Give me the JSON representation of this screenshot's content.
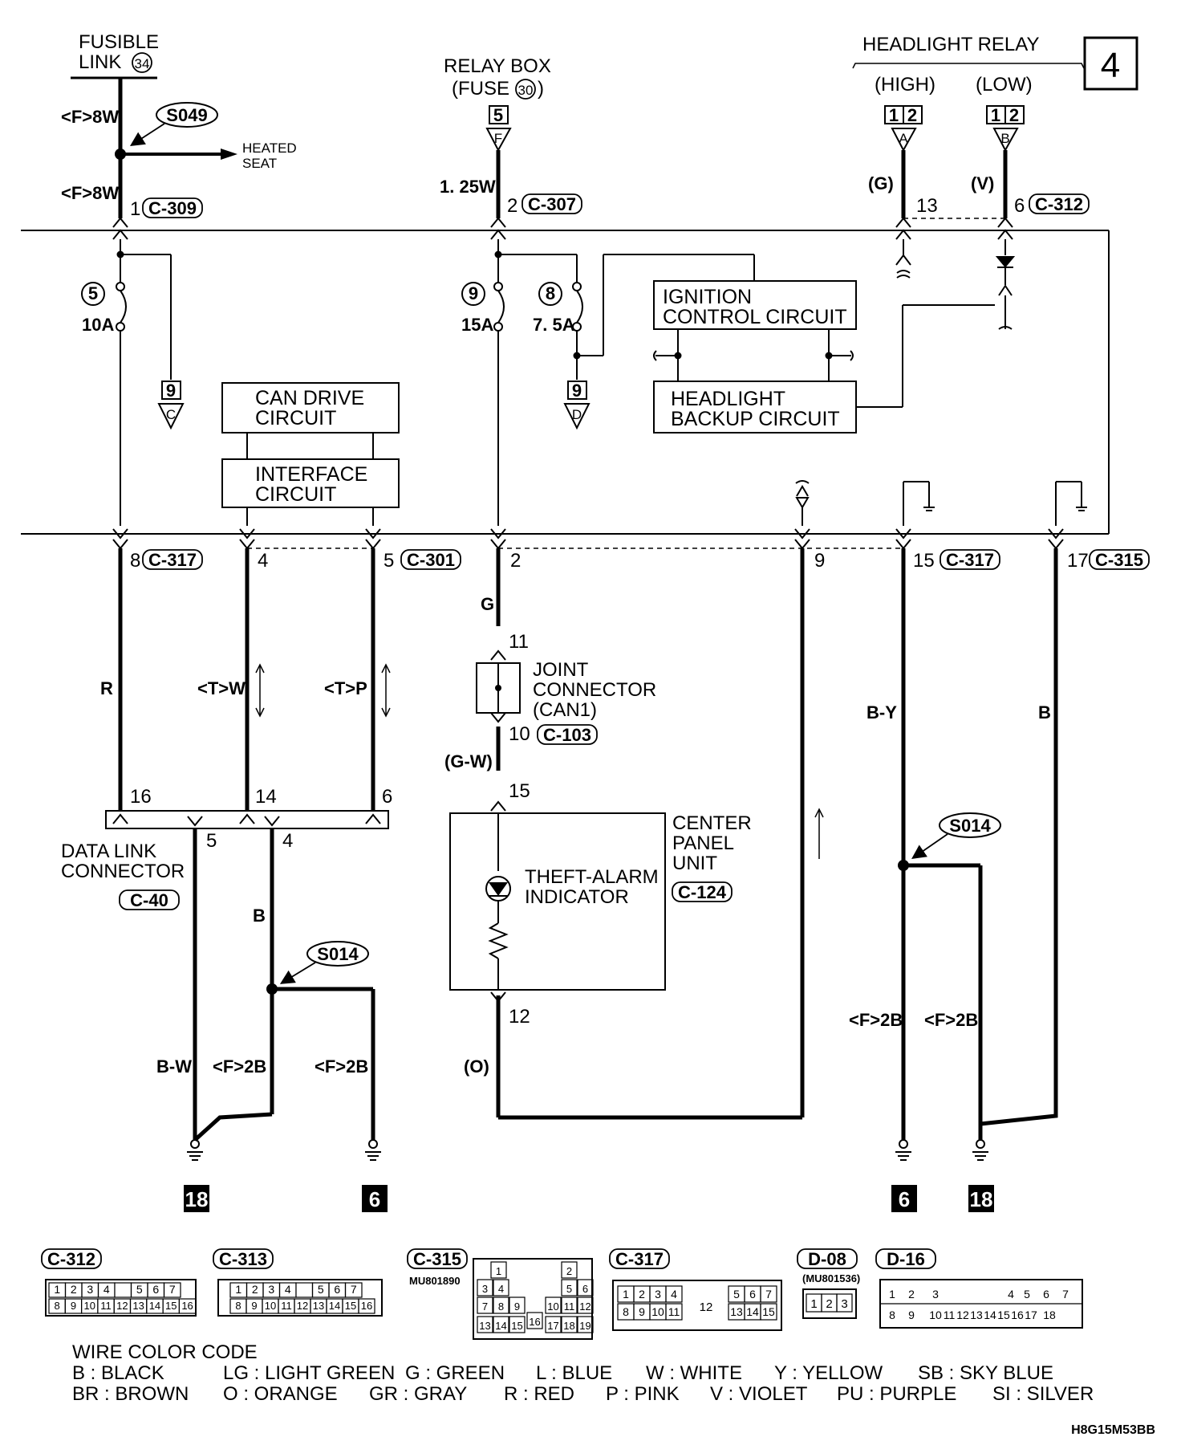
{
  "page_badge": "4",
  "footer_code": "H8G15M53BB",
  "sources": {
    "fusible_link": {
      "line1": "FUSIBLE",
      "line2": "LINK",
      "num": "34"
    },
    "relay_box": {
      "line1": "RELAY BOX",
      "line2a": "(FUSE",
      "num": "30",
      "line2b": ")",
      "pin": "5",
      "tri": "F",
      "wire": "1. 25W"
    },
    "headlight_relay": {
      "title": "HEADLIGHT RELAY",
      "high": "(HIGH)",
      "low": "(LOW)",
      "high_pins": [
        "1",
        "2"
      ],
      "low_pins": [
        "1",
        "2"
      ],
      "high_tri": "A",
      "low_tri": "B",
      "high_wire": "(G)",
      "low_wire": "(V)"
    }
  },
  "splices": {
    "top": "S049",
    "mid": "S014",
    "left": "S014"
  },
  "heated_seat": {
    "line1": "HEATED",
    "line2": "SEAT"
  },
  "wires_top": {
    "a": "<F>8W",
    "b": "<F>8W"
  },
  "top_pins": {
    "c309": {
      "pin": "1",
      "conn": "C-309"
    },
    "c307": {
      "pin": "2",
      "conn": "C-307"
    },
    "p13": "13",
    "c312": {
      "pin": "6",
      "conn": "C-312"
    }
  },
  "fuses": [
    {
      "num": "5",
      "amp": "10A"
    },
    {
      "num": "9",
      "amp": "15A"
    },
    {
      "num": "8",
      "amp": "7. 5A"
    }
  ],
  "offpage": [
    {
      "pin": "9",
      "tri": "C"
    },
    {
      "pin": "9",
      "tri": "D"
    }
  ],
  "boxes": {
    "ignition": [
      "IGNITION",
      "CONTROL CIRCUIT"
    ],
    "headlight_backup": [
      "HEADLIGHT",
      "BACKUP CIRCUIT"
    ],
    "can_drive": [
      "CAN DRIVE",
      "CIRCUIT"
    ],
    "interface": [
      "INTERFACE",
      "CIRCUIT"
    ]
  },
  "bottom_pins": {
    "c317a": {
      "pin": "8",
      "conn": "C-317"
    },
    "p4": "4",
    "c301": {
      "pin": "5",
      "conn": "C-301"
    },
    "p2": "2",
    "p9": "9",
    "c317b": {
      "pin": "15",
      "conn": "C-317"
    },
    "c315": {
      "pin": "17",
      "conn": "C-315"
    }
  },
  "wire_labels": {
    "r": "R",
    "tw": "<T>W",
    "tp": "<T>P",
    "g": "G",
    "gw": "(G-W)",
    "by": "B-Y",
    "b_right": "B",
    "b_mid": "B",
    "bw": "B-W",
    "f2b_1": "<F>2B",
    "f2b_2": "<F>2B",
    "f2b_3": "<F>2B",
    "f2b_4": "<F>2B",
    "o": "(O)"
  },
  "joint_connector": {
    "lines": [
      "JOINT",
      "CONNECTOR",
      "(CAN1)"
    ],
    "pin_top": "11",
    "pin_bot": "10",
    "conn": "C-103"
  },
  "center_panel": {
    "lines": [
      "CENTER",
      "PANEL",
      "UNIT"
    ],
    "conn": "C-124",
    "pin_top": "15",
    "pin_bot": "12",
    "indicator": [
      "THEFT-ALARM",
      "INDICATOR"
    ]
  },
  "dlc": {
    "lines": [
      "DATA LINK",
      "CONNECTOR"
    ],
    "conn": "C-40",
    "pins": [
      "16",
      "14",
      "6",
      "5",
      "4"
    ]
  },
  "grounds": [
    "18",
    "6",
    "6",
    "18"
  ],
  "connectors": {
    "c312": {
      "label": "C-312",
      "row1": [
        "1",
        "2",
        "3",
        "4",
        "",
        "5",
        "6",
        "7"
      ],
      "row2": [
        "8",
        "9",
        "10",
        "11",
        "12",
        "13",
        "14",
        "15",
        "16"
      ]
    },
    "c313": {
      "label": "C-313",
      "row1": [
        "1",
        "2",
        "3",
        "4",
        "",
        "5",
        "6",
        "7"
      ],
      "row2": [
        "8",
        "9",
        "10",
        "11",
        "12",
        "13",
        "14",
        "15",
        "16"
      ]
    },
    "c315": {
      "label": "C-315",
      "part": "MU801890",
      "cells": [
        "1",
        "2",
        "3",
        "4",
        "5",
        "6",
        "7",
        "8",
        "9",
        "10",
        "11",
        "12",
        "13",
        "14",
        "15",
        "16",
        "17",
        "18",
        "19"
      ]
    },
    "c317": {
      "label": "C-317",
      "row1": [
        "1",
        "2",
        "3",
        "4",
        "5",
        "6",
        "7"
      ],
      "mid": "12",
      "row2": [
        "8",
        "9",
        "10",
        "11",
        "13",
        "14",
        "15"
      ]
    },
    "d08": {
      "label": "D-08",
      "part": "(MU801536)",
      "cells": [
        "1",
        "2",
        "3"
      ]
    },
    "d16": {
      "label": "D-16",
      "row1": [
        "1",
        "2",
        "3",
        "4",
        "5",
        "6",
        "7"
      ],
      "row2": [
        "8",
        "9",
        "10",
        "11",
        "12",
        "13",
        "14",
        "15",
        "16",
        "17",
        "18"
      ]
    }
  },
  "wire_color_code": {
    "title": "WIRE COLOR CODE",
    "row1": [
      "B : BLACK",
      "LG : LIGHT GREEN",
      "G : GREEN",
      "L : BLUE",
      "W : WHITE",
      "Y : YELLOW",
      "SB : SKY BLUE"
    ],
    "row2": [
      "BR : BROWN",
      "O : ORANGE",
      "GR : GRAY",
      "R : RED",
      "P : PINK",
      "V : VIOLET",
      "PU : PURPLE",
      "SI : SILVER"
    ]
  }
}
